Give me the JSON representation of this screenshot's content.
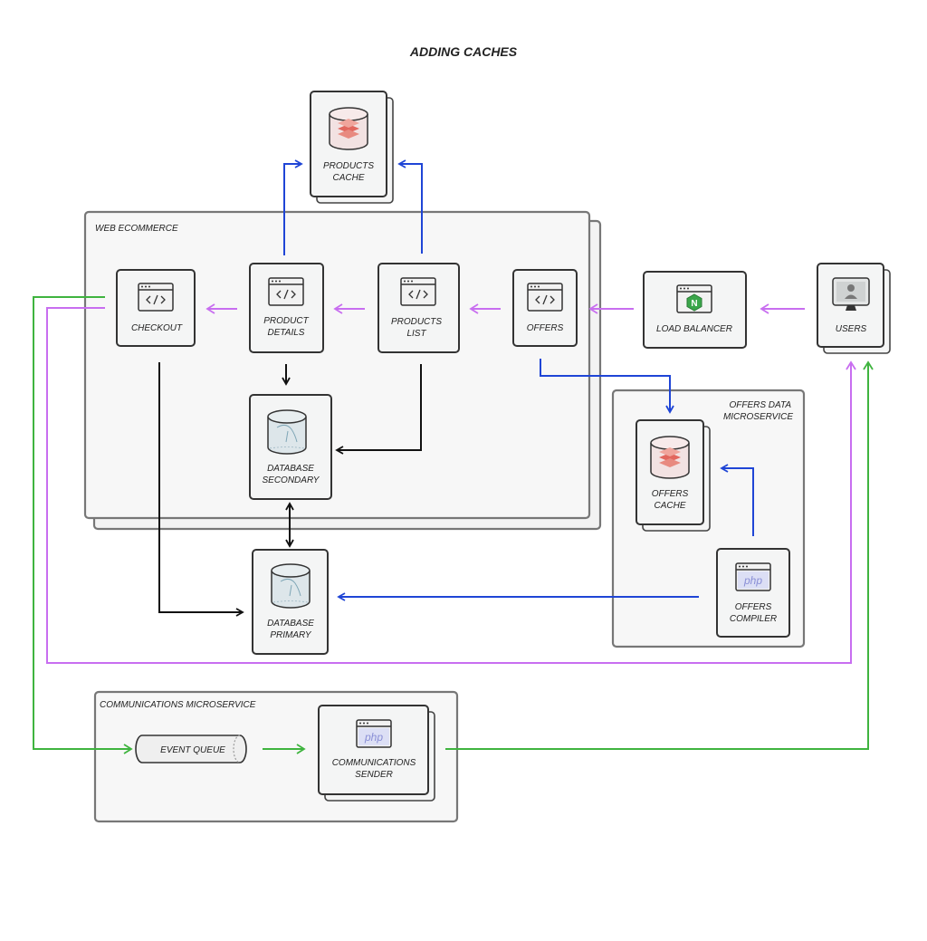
{
  "title": "ADDING CACHES",
  "groups": {
    "web_ecommerce": "WEB ECOMMERCE",
    "offers_data": [
      "OFFERS DATA",
      "MICROSERVICE"
    ],
    "communications": "COMMUNICATIONS MICROSERVICE"
  },
  "nodes": {
    "products_cache": [
      "PRODUCTS",
      "CACHE"
    ],
    "checkout": [
      "CHECKOUT"
    ],
    "product_details": [
      "PRODUCT",
      "DETAILS"
    ],
    "products_list": [
      "PRODUCTS",
      "LIST"
    ],
    "offers": [
      "OFFERS"
    ],
    "load_balancer": [
      "LOAD BALANCER"
    ],
    "users": [
      "USERS"
    ],
    "database_secondary": [
      "DATABASE",
      "SECONDARY"
    ],
    "database_primary": [
      "DATABASE",
      "PRIMARY"
    ],
    "offers_cache": [
      "OFFERS",
      "CACHE"
    ],
    "offers_compiler": [
      "OFFERS",
      "COMPILER"
    ],
    "event_queue": [
      "EVENT QUEUE"
    ],
    "communications_sender": [
      "COMMUNICATIONS",
      "SENDER"
    ]
  },
  "icons": {
    "php": "php",
    "nginx": "N"
  },
  "colors": {
    "black_flow": "#111111",
    "blue_flow": "#1f45d6",
    "purple_flow": "#c86ef0",
    "green_flow": "#3fb43f",
    "redis": "#e05a50",
    "nginx": "#3aa64a",
    "php": "#8a8fd6"
  }
}
